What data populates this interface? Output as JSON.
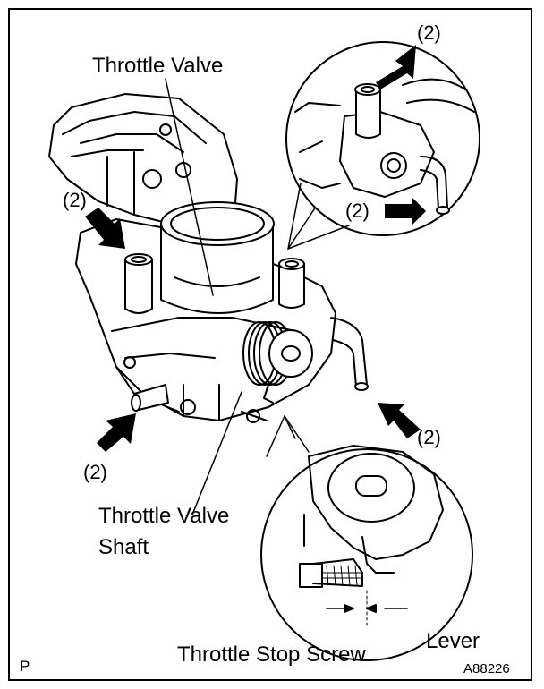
{
  "labels": {
    "throttle_valve": "Throttle Valve",
    "throttle_valve_shaft_line1": "Throttle Valve",
    "throttle_valve_shaft_line2": "Shaft",
    "throttle_stop_screw": "Throttle Stop Screw",
    "lever": "Lever",
    "qty_top_inset": "(2)",
    "qty_inset_side": "(2)",
    "qty_left_upper": "(2)",
    "qty_right_lower": "(2)",
    "qty_left_lower": "(2)",
    "corner_left": "P",
    "figure_code": "A88226"
  },
  "colors": {
    "ink": "#000000",
    "paper": "#ffffff"
  }
}
